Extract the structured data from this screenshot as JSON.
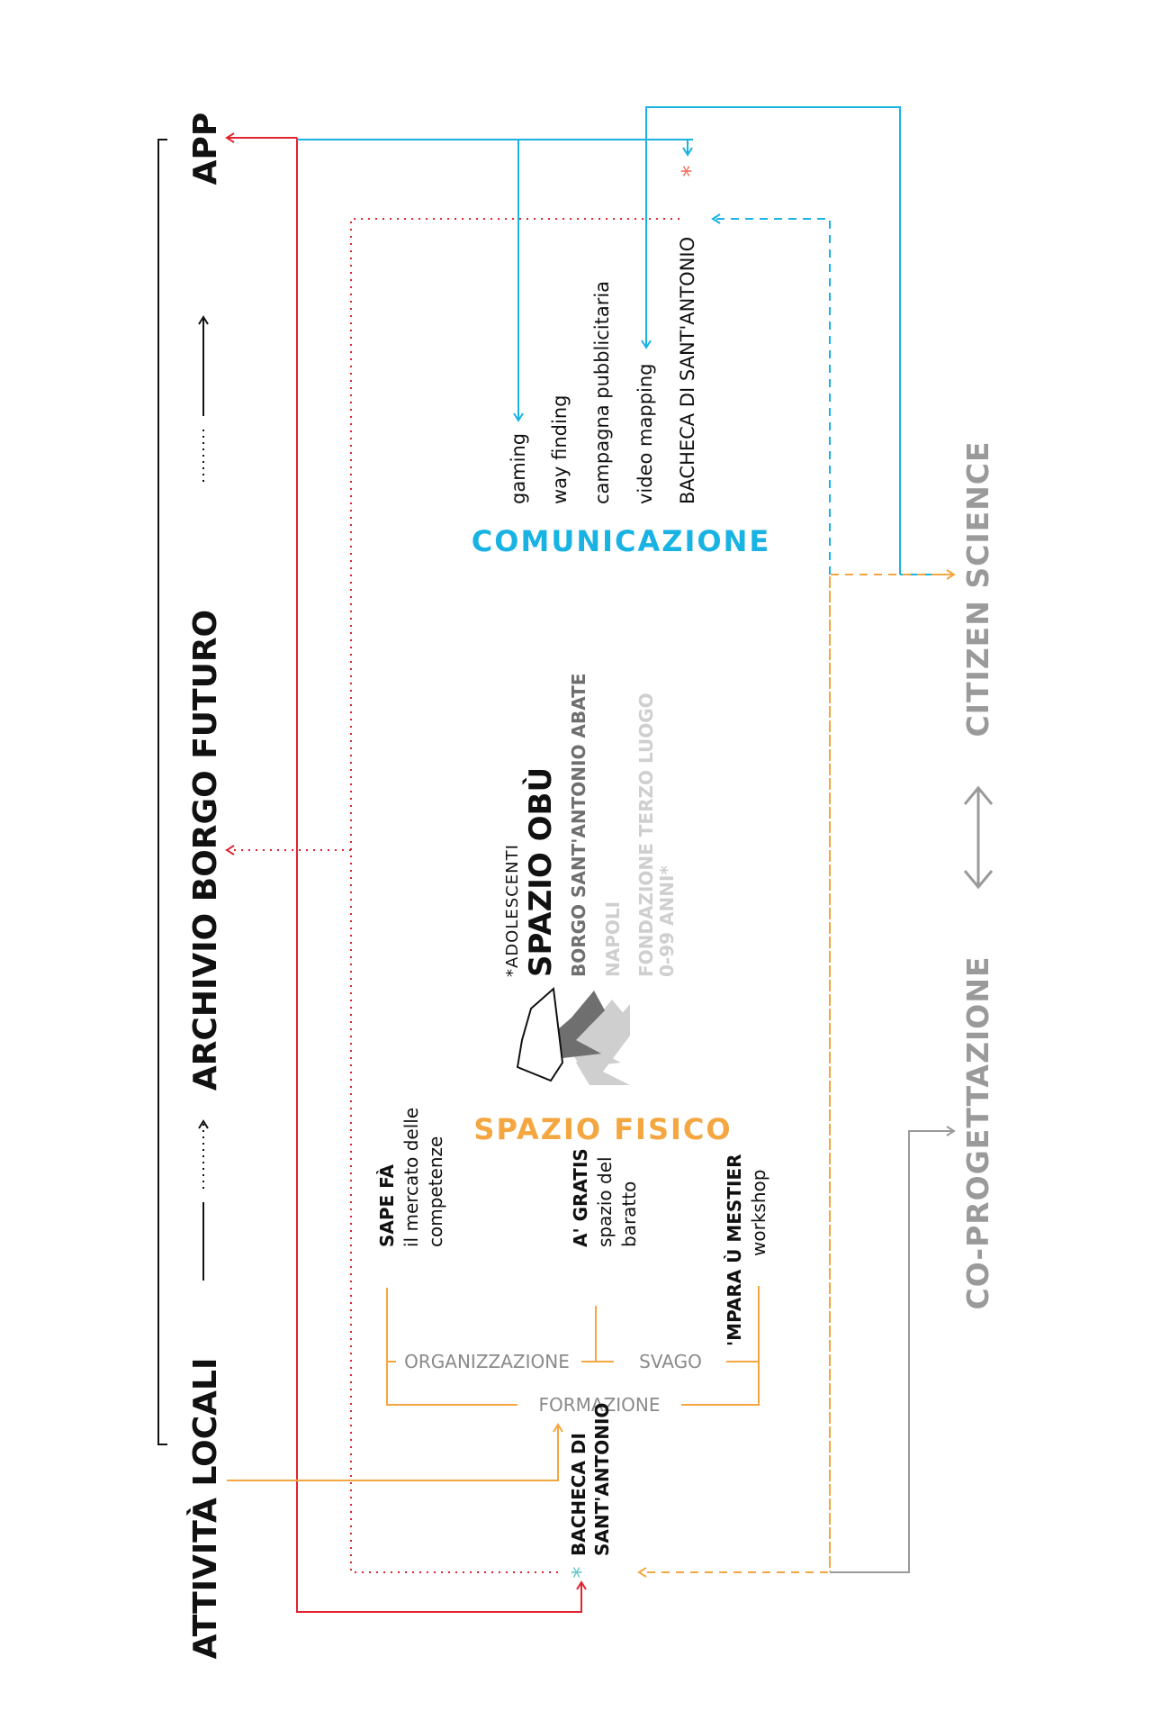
{
  "colors": {
    "red": "#e0232f",
    "blue": "#19b3e3",
    "orange": "#f4a640",
    "grey": "#9a9a9a",
    "teal": "#5fc6c9",
    "asterisk_top": "#f26b52"
  },
  "main_nodes": {
    "app": "APP",
    "archive": "ARCHIVIO BORGO FUTURO",
    "local": "ATTIVITÀ LOCALI"
  },
  "secondary_nodes": {
    "citizen": "CITIZEN SCIENCE",
    "coprog": "CO-PROGETTAZIONE"
  },
  "comunicazione": {
    "title": "COMUNICAZIONE",
    "items": [
      "gaming",
      "way finding",
      "campagna pubblicitaria",
      "video mapping",
      "BACHECA DI SANT'ANTONIO"
    ],
    "asterisk": "*"
  },
  "logo": {
    "line1": "*ADOLESCENTI",
    "line2": "SPAZIO OBÙ",
    "line3": "BORGO SANT'ANTONIO ABATE",
    "line4": "NAPOLI",
    "line5": "FONDAZIONE TERZO LUOGO",
    "line6": "0-99 ANNI*"
  },
  "spazio_fisico": {
    "title": "SPAZIO FISICO",
    "activities": [
      {
        "name": "SAPE FÀ",
        "desc": [
          "il mercato delle",
          "competenze"
        ]
      },
      {
        "name": "A' GRATIS",
        "desc": [
          "spazio del",
          "baratto"
        ]
      },
      {
        "name": "'MPARA Ù MESTIER",
        "desc": [
          "workshop"
        ]
      }
    ],
    "categories": {
      "organizzazione": "ORGANIZZAZIONE",
      "svago": "SVAGO",
      "formazione": "FORMAZIONE"
    }
  },
  "bacheca_bottom": {
    "line1": "BACHECA DI",
    "line2": "SANT'ANTONIO",
    "asterisk": "*"
  }
}
